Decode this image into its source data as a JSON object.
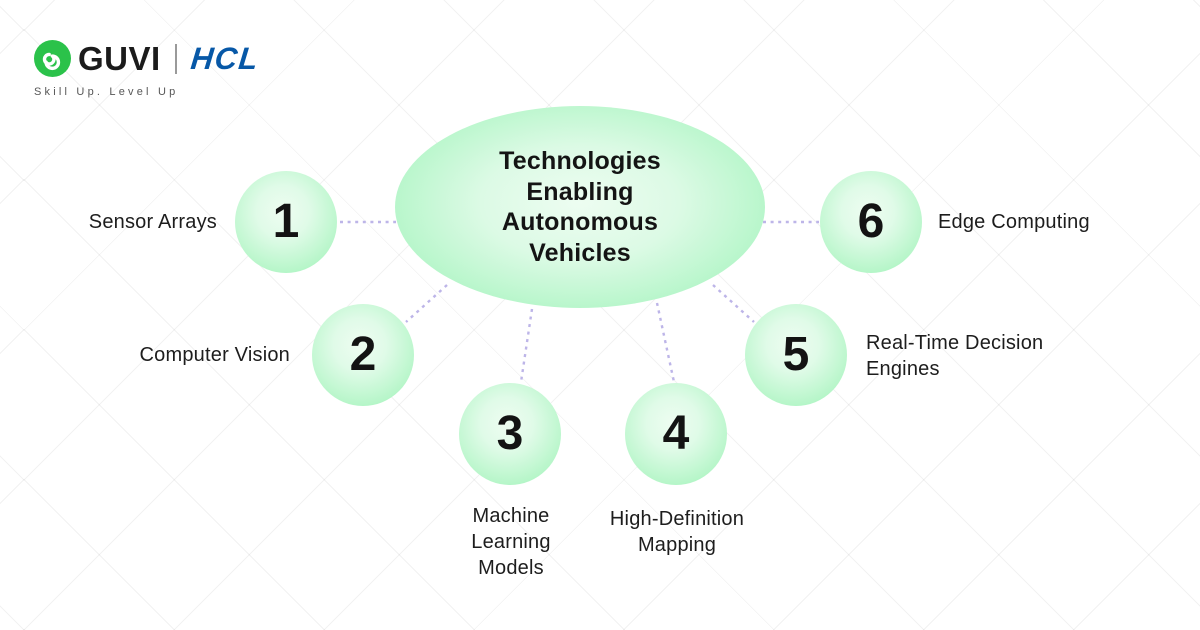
{
  "header": {
    "brand": "GUVI",
    "partner": "HCL",
    "tagline": "Skill Up. Level Up",
    "logo_icon": "guvi-g-icon",
    "brand_green": "#2BC24A",
    "partner_blue": "#0758A7"
  },
  "diagram": {
    "title": "Technologies\nEnabling\nAutonomous\nVehicles",
    "nodes": [
      {
        "number": "1",
        "label": "Sensor Arrays",
        "label_side": "left"
      },
      {
        "number": "2",
        "label": "Computer Vision",
        "label_side": "left"
      },
      {
        "number": "3",
        "label": "Machine\nLearning\nModels",
        "label_side": "below"
      },
      {
        "number": "4",
        "label": "High-Definition\nMapping",
        "label_side": "below"
      },
      {
        "number": "5",
        "label": "Real-Time Decision\nEngines",
        "label_side": "right"
      },
      {
        "number": "6",
        "label": "Edge Computing",
        "label_side": "right"
      }
    ],
    "colors": {
      "bubble_edge_green": "#8FF0B0",
      "bubble_center": "#EEFCF1",
      "connector_lavender": "#BDB5E8",
      "text": "#1D1D1D",
      "grid_line": "#EFEFEF"
    }
  }
}
